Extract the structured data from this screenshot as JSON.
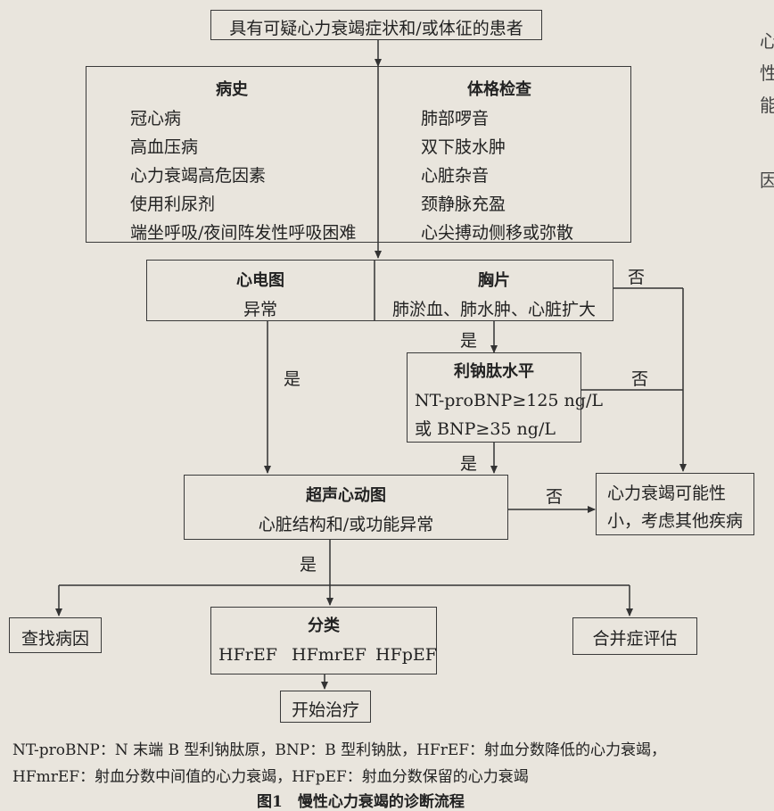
{
  "start": "具有可疑心力衰竭症状和/或体征的患者",
  "history": {
    "title": "病史",
    "items": [
      "冠心病",
      "高血压病",
      "心力衰竭高危因素",
      "使用利尿剂",
      "端坐呼吸/夜间阵发性呼吸困难"
    ]
  },
  "exam": {
    "title": "体格检查",
    "items": [
      "肺部啰音",
      "双下肢水肿",
      "心脏杂音",
      "颈静脉充盈",
      "心尖搏动侧移或弥散"
    ]
  },
  "ecg": {
    "title": "心电图",
    "sub": "异常"
  },
  "xray": {
    "title": "胸片",
    "sub": "肺淤血、肺水肿、心脏扩大"
  },
  "bnp": {
    "title": "利钠肽水平",
    "line1": "NT-proBNP≥125 ng/L",
    "line2": "或 BNP≥35 ng/L"
  },
  "echo": {
    "title": "超声心动图",
    "sub": "心脏结构和/或功能异常"
  },
  "unlikely": {
    "line1": "心力衰竭可能性",
    "line2": "小，考虑其他疾病"
  },
  "cause": "查找病因",
  "classify": {
    "title": "分类",
    "types": [
      "HFrEF",
      "HFmrEF",
      "HFpEF"
    ]
  },
  "comorbid": "合并症评估",
  "treat": "开始治疗",
  "labels": {
    "yes": "是",
    "no": "否"
  },
  "caption": {
    "line1": "NT-proBNP：N 末端 B 型利钠肽原，BNP：B 型利钠肽，HFrEF：射血分数降低的心力衰竭，",
    "line2": "HFmrEF：射血分数中间值的心力衰竭，HFpEF：射血分数保留的心力衰竭",
    "figure": "图1　慢性心力衰竭的诊断流程"
  },
  "right_edge": [
    "心",
    "性",
    "能",
    "因"
  ]
}
